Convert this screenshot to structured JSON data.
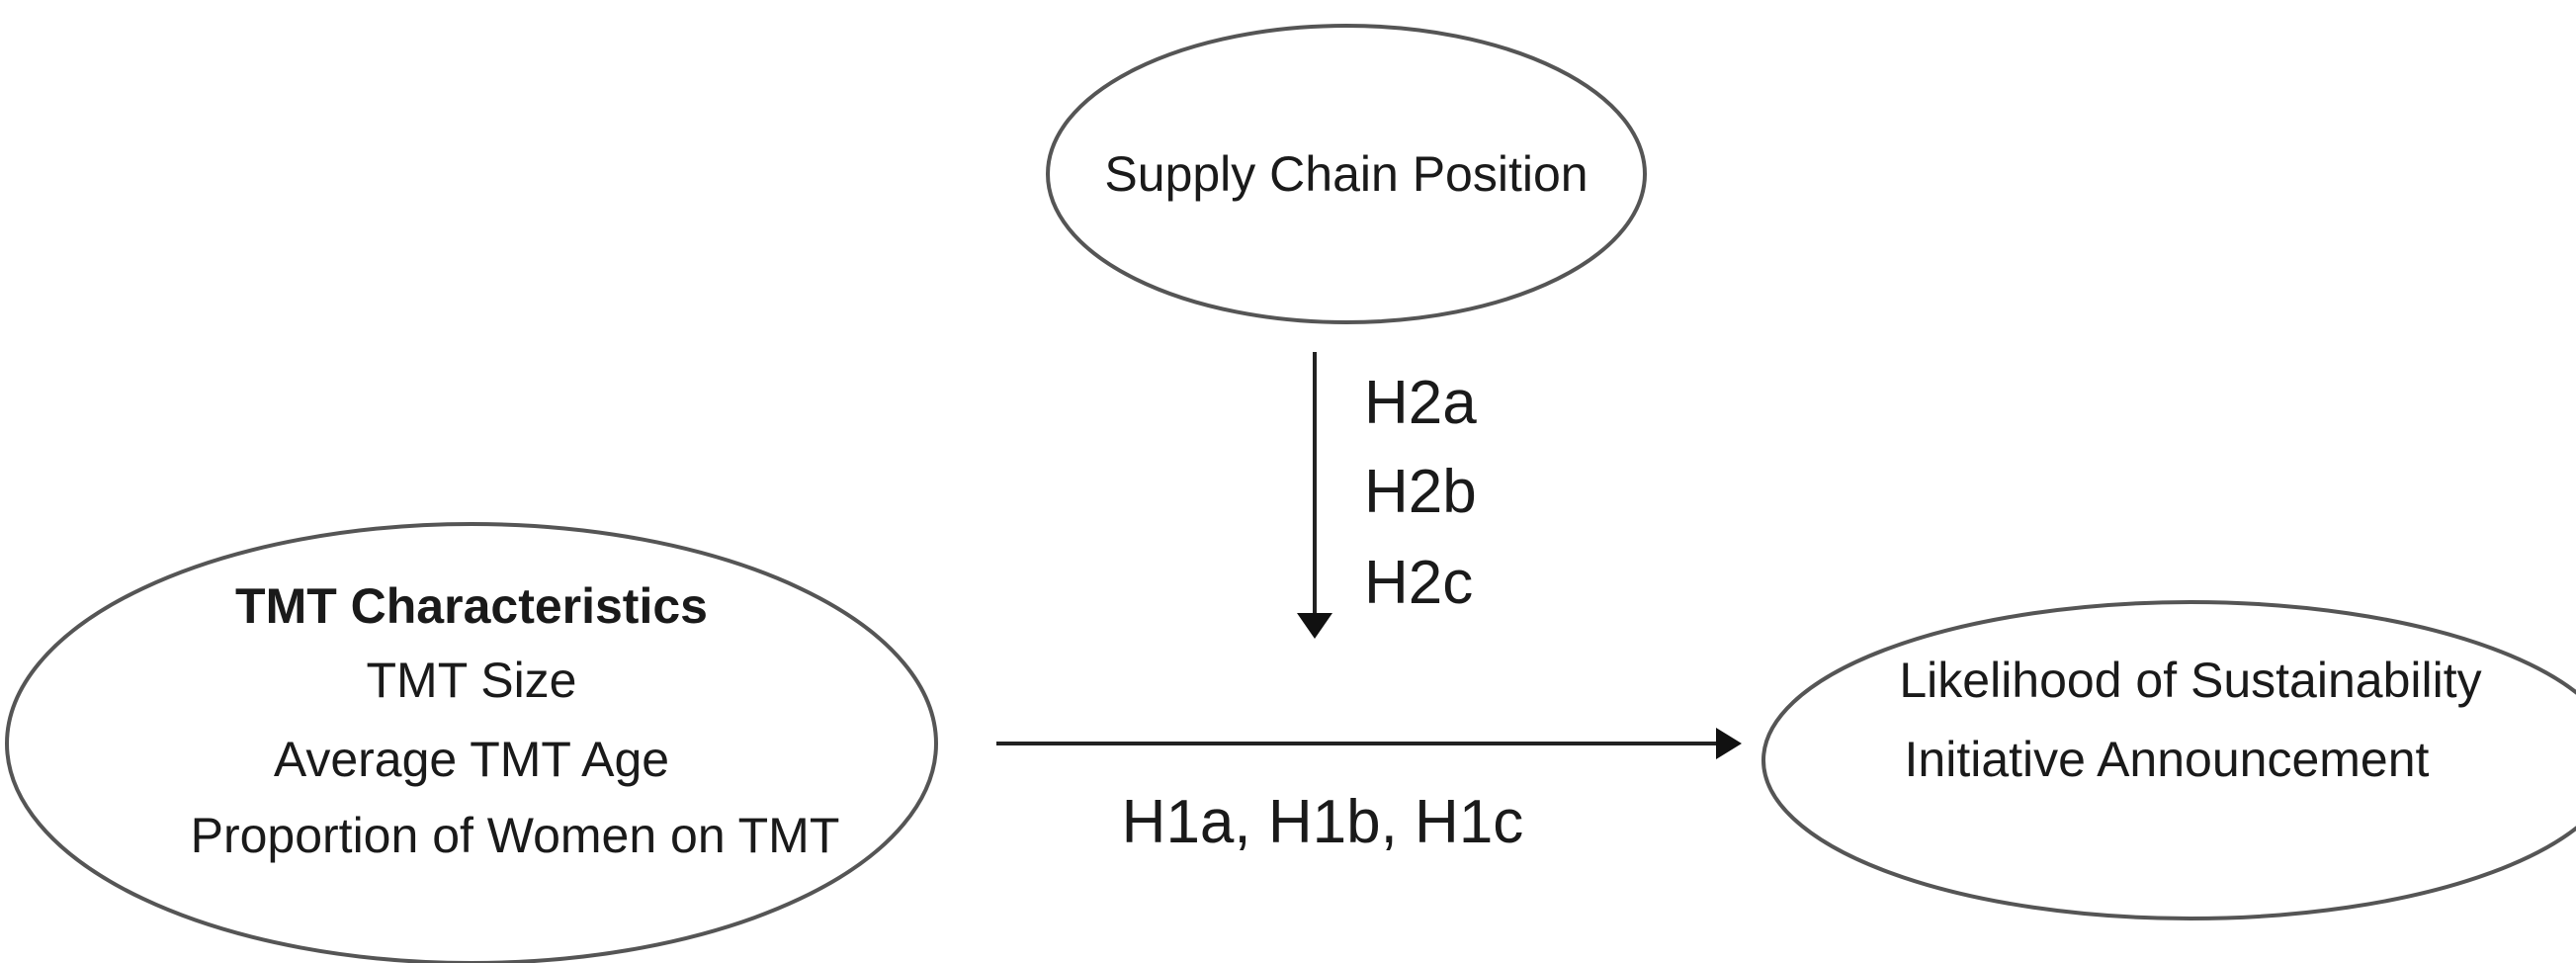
{
  "nodes": {
    "supply_chain": {
      "label": "Supply Chain Position"
    },
    "tmt": {
      "title": "TMT Characteristics",
      "items": [
        "TMT Size",
        "Average TMT Age",
        "Proportion of Women on TMT"
      ]
    },
    "outcome": {
      "lines": [
        "Likelihood of Sustainability",
        "Initiative Announcement"
      ]
    }
  },
  "edges": {
    "moderation": {
      "labels": [
        "H2a",
        "H2b",
        "H2c"
      ]
    },
    "main_effect": {
      "label": "H1a, H1b, H1c"
    }
  },
  "colors": {
    "ellipse_stroke": "#555555",
    "arrow": "#111111",
    "text": "#1a1a1a"
  }
}
